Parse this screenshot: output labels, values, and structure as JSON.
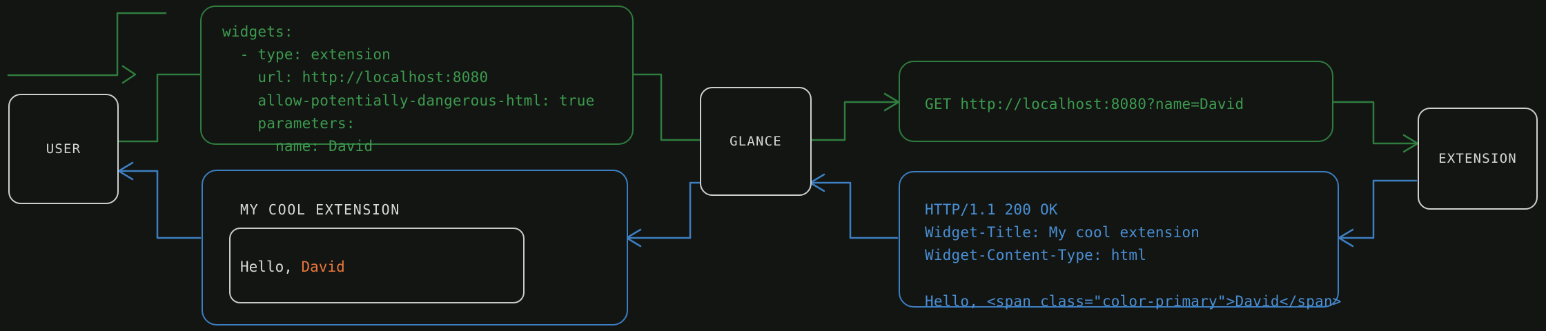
{
  "colors": {
    "background": "#131513",
    "request_green": "#2f7d3e",
    "response_blue": "#3d7fc1",
    "node_stroke": "#cfcfcf",
    "code_green": "#3c9b4e",
    "code_blue": "#4a8fd4",
    "accent_orange": "#e8763a",
    "text_light": "#d8d8d8"
  },
  "nodes": {
    "user": "USER",
    "glance": "GLANCE",
    "extension": "EXTENSION"
  },
  "config_block": {
    "lines": [
      "widgets:",
      "  - type: extension",
      "    url: http://localhost:8080",
      "    allow-potentially-dangerous-html: true",
      "    parameters:",
      "      name: David"
    ]
  },
  "request_block": {
    "lines": [
      "GET http://localhost:8080?name=David"
    ]
  },
  "response_block": {
    "lines": [
      "HTTP/1.1 200 OK",
      "Widget-Title: My cool extension",
      "Widget-Content-Type: html",
      "",
      "Hello, <span class=\"color-primary\">David</span>"
    ]
  },
  "widget_preview": {
    "title": "MY COOL EXTENSION",
    "greeting_prefix": "Hello, ",
    "greeting_name": "David"
  }
}
